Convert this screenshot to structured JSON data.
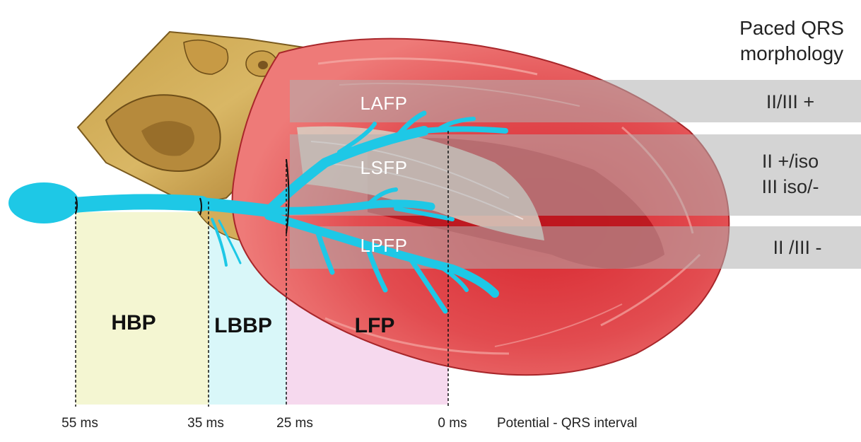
{
  "header": {
    "line1": "Paced QRS",
    "line2": "morphology"
  },
  "branches": {
    "lafp": "LAFP",
    "lsfp": "LSFP",
    "lpfp": "LPFP"
  },
  "qrs": {
    "lafp": "II/III +",
    "lsfp_line1": "II +/iso",
    "lsfp_line2": "III iso/-",
    "lpfp": "II /III -"
  },
  "zones": {
    "hbp": "HBP",
    "lbbp": "LBBP",
    "lfp": "LFP"
  },
  "ticks": {
    "t55": "55 ms",
    "t35": "35 ms",
    "t25": "25 ms",
    "t0": "0 ms"
  },
  "axis_label": "Potential - QRS interval",
  "colors": {
    "conduction": "#1ec8e6",
    "myocardium": "#e0454a",
    "hbp_zone": "#f4f6d2",
    "lbbp_zone": "#d9f7f9",
    "lfp_zone": "#f6d9ee",
    "band": "#b4b4b4"
  }
}
